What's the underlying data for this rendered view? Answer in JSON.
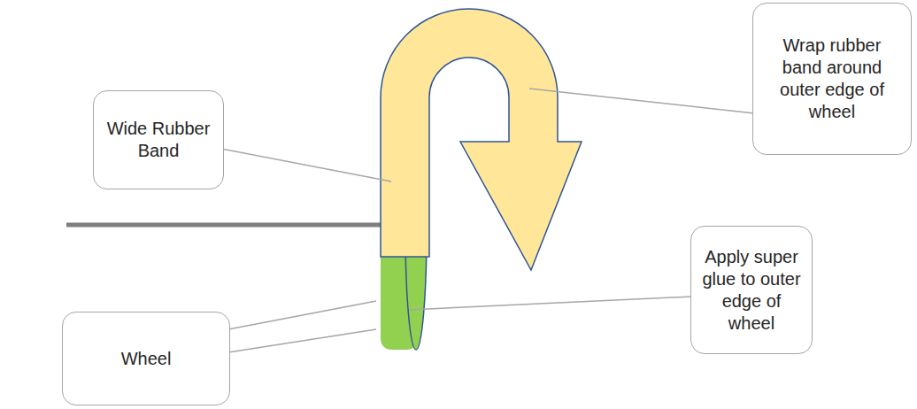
{
  "diagram": {
    "nodes": [
      {
        "text": [
          "Wide Rubber Band"
        ]
      },
      {
        "text": [
          "Wrap rubber band around outer edge of wheel"
        ]
      },
      {
        "text": [
          "Apply super glue to outer edge of wheel"
        ]
      },
      {
        "text": [
          "Wheel"
        ]
      }
    ]
  }
}
